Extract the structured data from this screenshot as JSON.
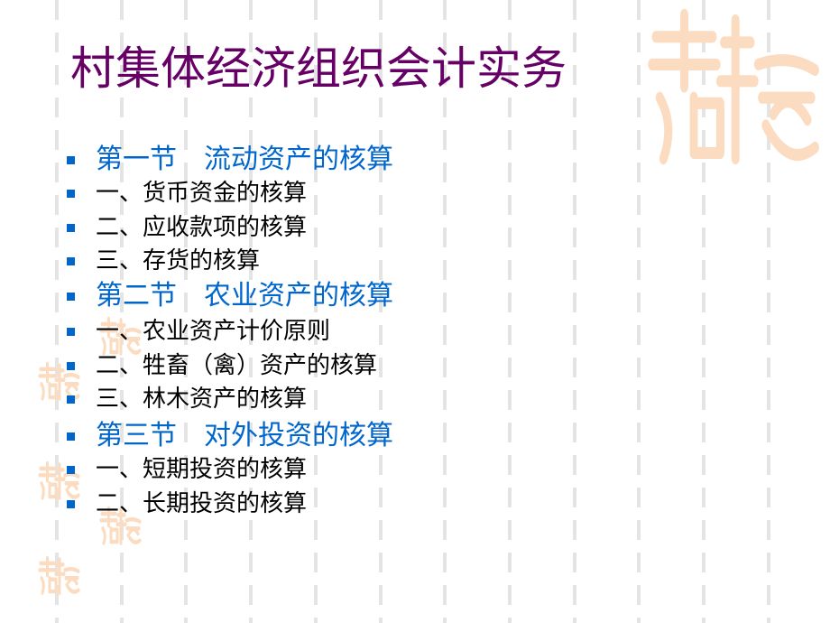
{
  "slide": {
    "title": "村集体经济组织会计实务",
    "watermark": "吉祥如意",
    "colors": {
      "title": "#660066",
      "section": "#0066cc",
      "item": "#000000",
      "bullet": "#0066cc",
      "watermark": "#fbdcc0"
    },
    "outline": [
      {
        "type": "section",
        "text": "第一节　流动资产的核算"
      },
      {
        "type": "item",
        "text": "一、货币资金的核算"
      },
      {
        "type": "item",
        "text": "二、应收款项的核算"
      },
      {
        "type": "item",
        "text": "三、存货的核算"
      },
      {
        "type": "section",
        "text": "第二节　农业资产的核算"
      },
      {
        "type": "item",
        "text": "一、农业资产计价原则"
      },
      {
        "type": "item",
        "text": "二、牲畜（禽）资产的核算"
      },
      {
        "type": "item",
        "text": "三、林木资产的核算"
      },
      {
        "type": "section",
        "text": "第三节　对外投资的核算"
      },
      {
        "type": "item",
        "text": "一、短期投资的核算"
      },
      {
        "type": "item",
        "text": "二、长期投资的核算"
      }
    ]
  }
}
